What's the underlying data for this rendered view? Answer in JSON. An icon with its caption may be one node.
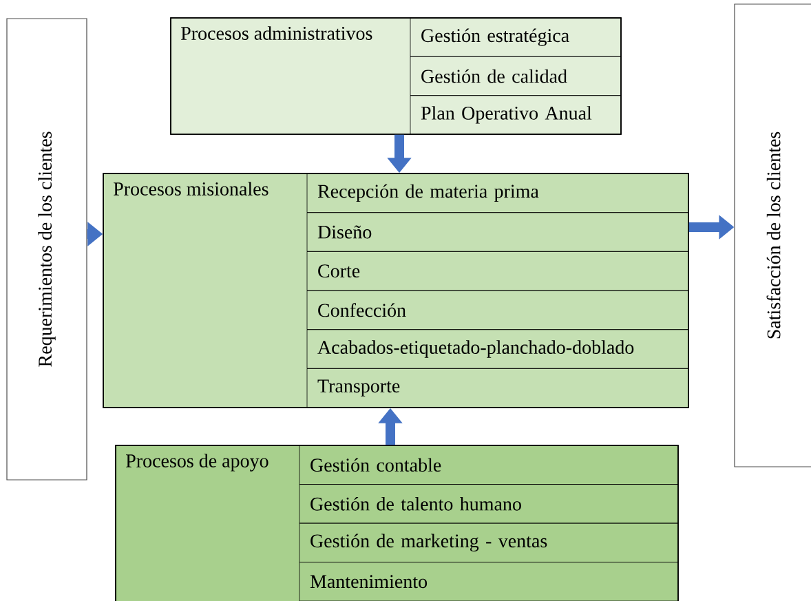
{
  "diagram": {
    "nodes": [
      {
        "text": [
          "Requerimientos de los clientes"
        ]
      },
      {
        "text": [
          "Procesos administrativos"
        ]
      },
      {
        "text": [
          "Gestión estratégica"
        ],
        "in": 1
      },
      {
        "text": [
          "Gestión de calidad"
        ],
        "in": 1
      },
      {
        "text": [
          "Plan Operativo Anual"
        ],
        "in": 1
      },
      {
        "text": [
          "Procesos misionales"
        ]
      },
      {
        "text": [
          "Recepción de materia prima"
        ],
        "in": 5
      },
      {
        "text": [
          "Diseño"
        ],
        "in": 5
      },
      {
        "text": [
          "Corte"
        ],
        "in": 5
      },
      {
        "text": [
          "Confección"
        ],
        "in": 5
      },
      {
        "text": [
          "Acabados-etiquetado-planchado-doblado"
        ],
        "in": 5
      },
      {
        "text": [
          "Transporte"
        ],
        "in": 5
      },
      {
        "text": [
          "Procesos de apoyo"
        ]
      },
      {
        "text": [
          "Gestión contable"
        ],
        "in": 12
      },
      {
        "text": [
          "Gestión de talento humano"
        ],
        "in": 12
      },
      {
        "text": [
          "Gestión de marketing - ventas"
        ],
        "in": 12
      },
      {
        "text": [
          "Mantenimiento"
        ],
        "in": 12
      },
      {
        "text": [
          "Satisfacción de los clientes"
        ]
      }
    ],
    "edges": [
      {
        "from": 0,
        "to": 5,
        "arrow": "to"
      },
      {
        "from": 1,
        "to": 5,
        "arrow": "to"
      },
      {
        "from": 12,
        "to": 5,
        "arrow": "to"
      },
      {
        "from": 5,
        "to": 17,
        "arrow": "to"
      }
    ]
  }
}
